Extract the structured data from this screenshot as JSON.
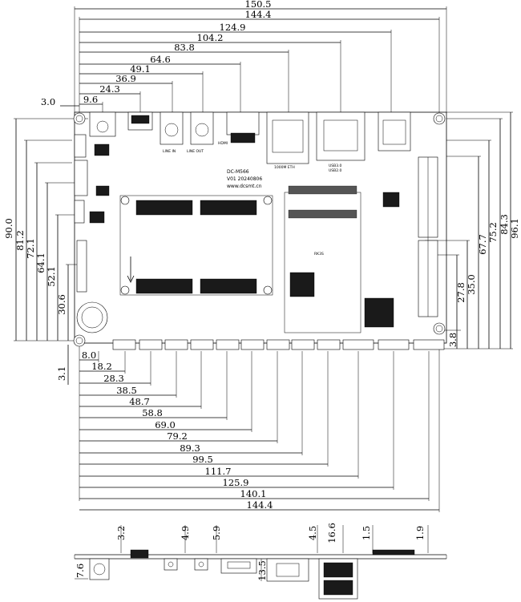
{
  "board": {
    "model": "DC-M566",
    "version": "V01 20240806",
    "website": "www.dcsmt.cn",
    "chip_label": "RK3S",
    "ethernet_label": "1000M ETH",
    "usb_label_top": "USB3.0",
    "usb_label_bottom": "USB2.0",
    "audio_in_label": "LINE IN",
    "audio_out_label": "LINE OUT",
    "hdmi_label": "HDMI"
  },
  "dimensions": {
    "top": [
      "150.5",
      "144.4",
      "124.9",
      "104.2",
      "83.8",
      "64.6",
      "49.1",
      "36.9",
      "24.3",
      "9.6",
      "3.0"
    ],
    "left": [
      "90.0",
      "81.2",
      "72.1",
      "64.1",
      "52.1",
      "30.6",
      "3.1"
    ],
    "right": [
      "96.1",
      "84.3",
      "75.2",
      "67.7",
      "35.0",
      "27.8",
      "3.8"
    ],
    "bottom": [
      "8.0",
      "18.2",
      "28.3",
      "38.5",
      "48.7",
      "58.8",
      "69.0",
      "79.2",
      "89.3",
      "99.5",
      "111.7",
      "125.9",
      "140.1",
      "144.4"
    ],
    "side": [
      "3.2",
      "4.9",
      "5.9",
      "4.5",
      "16.6",
      "1.5",
      "1.9",
      "7.6",
      "13.5"
    ]
  }
}
